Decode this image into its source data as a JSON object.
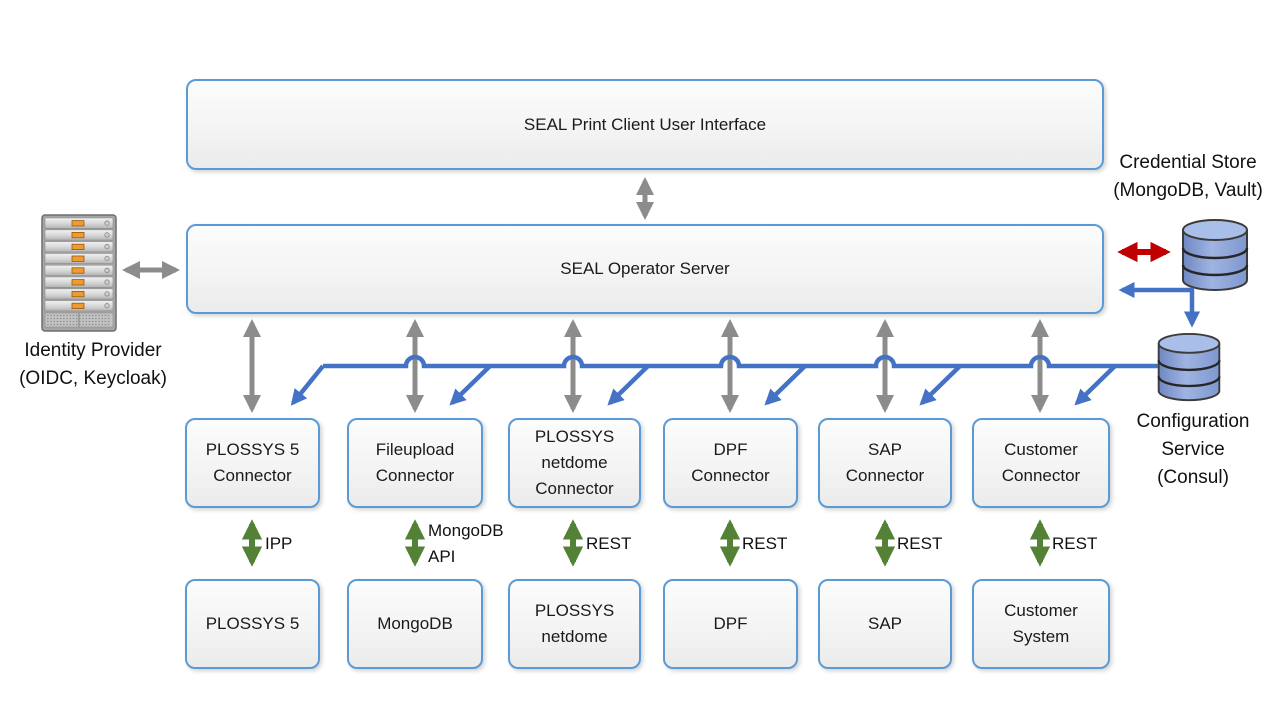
{
  "diagram": {
    "nodes": {
      "ui": {
        "label": "SEAL Print Client User Interface"
      },
      "server": {
        "label": "SEAL Operator Server"
      },
      "connectors": [
        {
          "label": "PLOSSYS 5\nConnector"
        },
        {
          "label": "Fileupload\nConnector"
        },
        {
          "label": "PLOSSYS\nnetdome\nConnector"
        },
        {
          "label": "DPF\nConnector"
        },
        {
          "label": "SAP\nConnector"
        },
        {
          "label": "Customer\nConnector"
        }
      ],
      "systems": [
        {
          "label": "PLOSSYS 5"
        },
        {
          "label": "MongoDB"
        },
        {
          "label": "PLOSSYS\nnetdome"
        },
        {
          "label": "DPF"
        },
        {
          "label": "SAP"
        },
        {
          "label": "Customer\nSystem"
        }
      ],
      "identity_provider": {
        "label": "Identity Provider\n(OIDC, Keycloak)",
        "icon": "server-rack-icon"
      },
      "credential_store": {
        "label": "Credential Store\n(MongoDB, Vault)",
        "icon": "database-icon"
      },
      "configuration_service": {
        "label": "Configuration\nService\n(Consul)",
        "icon": "database-icon"
      }
    },
    "edge_labels": [
      {
        "label": "IPP"
      },
      {
        "label": "MongoDB\nAPI"
      },
      {
        "label": "REST"
      },
      {
        "label": "REST"
      },
      {
        "label": "REST"
      },
      {
        "label": "REST"
      }
    ],
    "colors": {
      "box_border": "#5B9BD5",
      "gray_arrow": "#8C8C8C",
      "green_arrow": "#538135",
      "red_arrow": "#C00000",
      "blue_arrow": "#4472C4",
      "db_fill": "#8FAADC",
      "rack_led": "#ED9B33"
    }
  }
}
